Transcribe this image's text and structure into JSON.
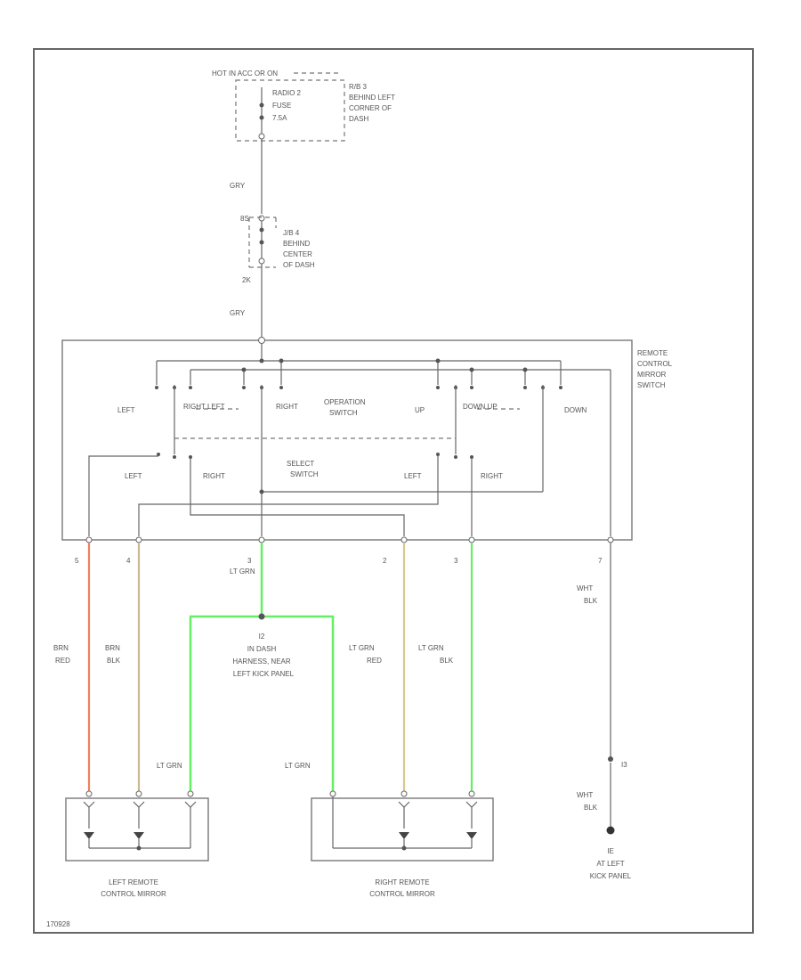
{
  "top": {
    "hot_label": "HOT IN ACC OR ON",
    "fuse_lines": [
      "RADIO 2",
      "FUSE",
      "7.5A"
    ],
    "fuse_loc_lines": [
      "R/B 3",
      "BEHIND LEFT",
      "CORNER OF",
      "DASH"
    ]
  },
  "wire_gry_1": "GRY",
  "jb": {
    "top_pin": "8S",
    "loc_lines": [
      "J/B 4",
      "BEHIND",
      "CENTER",
      "OF DASH"
    ],
    "bottom_pin": "2K"
  },
  "wire_gry_2": "GRY",
  "switch": {
    "title_lines": [
      "REMOTE",
      "CONTROL",
      "MIRROR",
      "SWITCH"
    ],
    "op_left": "LEFT",
    "op_rev_left": "RIGHT LEFT",
    "op_right": "RIGHT",
    "op_switch_lines": [
      "OPERATION",
      "SWITCH"
    ],
    "op_up": "UP",
    "op_down_up": "DOWN UP",
    "op_down": "DOWN",
    "sel_left_1": "LEFT",
    "sel_right_1": "RIGHT",
    "sel_switch_lines": [
      "SELECT",
      "SWITCH"
    ],
    "sel_left_2": "LEFT",
    "sel_right_2": "RIGHT"
  },
  "pins": [
    "5",
    "4",
    "3",
    "2",
    "3",
    "7"
  ],
  "wires": {
    "brn_red": [
      "BRN",
      "RED"
    ],
    "brn_blk": [
      "BRN",
      "BLK"
    ],
    "lt_grn_top": "LT GRN",
    "lt_grn_red": [
      "LT GRN",
      "RED"
    ],
    "lt_grn_blk": [
      "LT GRN",
      "BLK"
    ],
    "wht_blk_top": [
      "WHT",
      "BLK"
    ],
    "lt_grn_left": "LT GRN",
    "lt_grn_right": "LT GRN",
    "wht_blk_bottom": [
      "WHT",
      "BLK"
    ]
  },
  "splice": {
    "id": "I2",
    "lines": [
      "IN DASH",
      "HARNESS, NEAR",
      "LEFT KICK PANEL"
    ]
  },
  "ground": {
    "conn": "I3",
    "id": "IE",
    "lines": [
      "AT LEFT",
      "KICK PANEL"
    ]
  },
  "left_mirror_lines": [
    "LEFT REMOTE",
    "CONTROL MIRROR"
  ],
  "right_mirror_lines": [
    "RIGHT REMOTE",
    "CONTROL MIRROR"
  ],
  "figure_id": "170928",
  "colors": {
    "brn_red": "#f08060",
    "brn_blk": "#c8b890",
    "lt_grn": "#66ee66",
    "lt_grn_red": "#d8c890",
    "line": "#666666"
  }
}
